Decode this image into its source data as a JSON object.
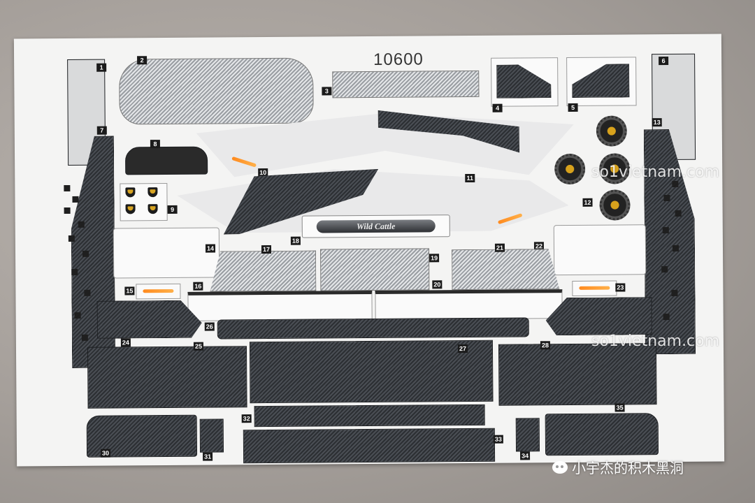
{
  "sheet": {
    "title": "10600",
    "badge_text": "Wild Cattle",
    "part_numbers": [
      "1",
      "2",
      "3",
      "4",
      "5",
      "6",
      "7",
      "8",
      "9",
      "10",
      "11",
      "12",
      "13",
      "14",
      "15",
      "16",
      "17",
      "18",
      "19",
      "20",
      "21",
      "22",
      "23",
      "24",
      "25",
      "26",
      "27",
      "28",
      "30",
      "31",
      "32",
      "33",
      "34",
      "35"
    ]
  },
  "watermarks": [
    "so1vietnam.com",
    "so1vietnam.com"
  ],
  "credit": {
    "text": "小宇杰的积木黑洞",
    "icon": "wechat-icon"
  },
  "colors": {
    "accent_orange": "#ff8a1e",
    "gold": "#d7a422",
    "carbon": "#2c2f33",
    "sheet": "#f4f4f3"
  }
}
